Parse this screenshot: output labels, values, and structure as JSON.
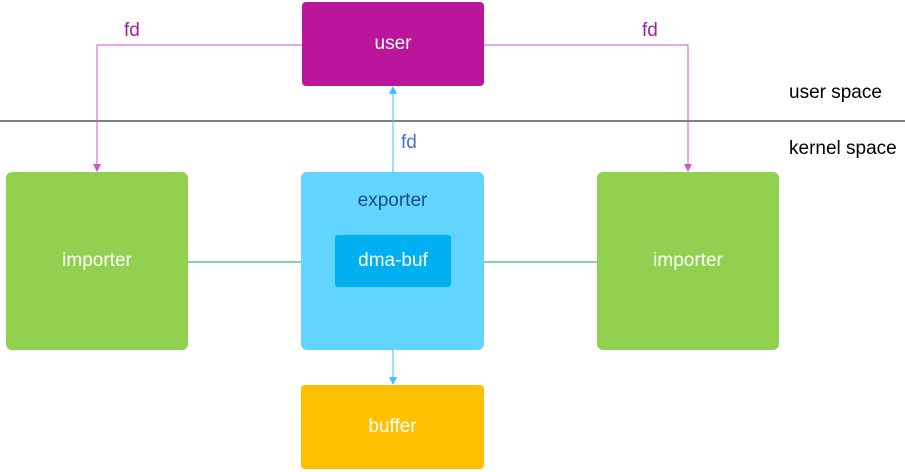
{
  "labels": {
    "user": "user",
    "importer_left": "importer",
    "importer_right": "importer",
    "exporter": "exporter",
    "dma_buf": "dma-buf",
    "buffer": "buffer",
    "fd_left": "fd",
    "fd_right": "fd",
    "fd_center": "fd",
    "user_space": "user space",
    "kernel_space": "kernel space"
  },
  "colors": {
    "user": "#bb169b",
    "importer": "#92d050",
    "exporter": "#61d5ff",
    "dma_buf": "#00b0f0",
    "buffer": "#ffc000",
    "fd_purple": "#a020a0",
    "fd_blue": "#4472c4",
    "exporter_text": "#1f4e79",
    "arrow_purple": "#cc55cc",
    "arrow_green": "#00b050",
    "arrow_blue": "#3cc0ff",
    "divider": "#000000"
  }
}
